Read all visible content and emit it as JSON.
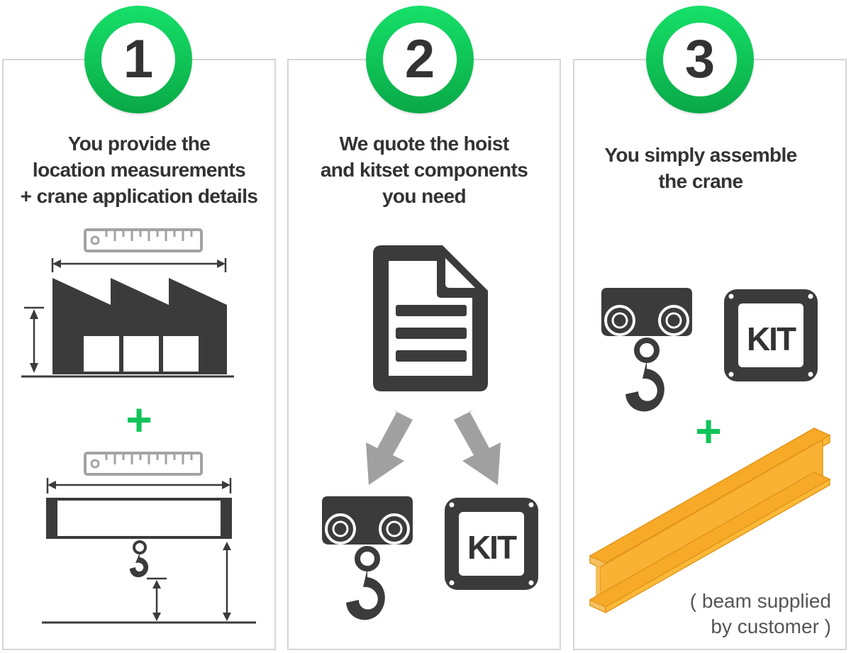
{
  "steps": [
    {
      "number": "1",
      "title_lines": [
        "You provide the",
        "location measurements",
        "+ crane application details"
      ]
    },
    {
      "number": "2",
      "title_lines": [
        "We quote the hoist",
        "and kitset components",
        "you need"
      ]
    },
    {
      "number": "3",
      "title_lines": [
        "You simply assemble",
        "the crane"
      ]
    }
  ],
  "plus_sign": "+",
  "kit_label": "KIT",
  "beam_note_lines": [
    "( beam supplied",
    "by customer )"
  ],
  "colors": {
    "accent_green": "#11c45a",
    "icon_dark": "#3b3b3b",
    "arrow_grey": "#a0a0a0",
    "beam_yellow": "#f9b233",
    "panel_border": "#d6d6d6"
  },
  "icons": [
    "ruler-icon",
    "factory-icon",
    "crane-beam-icon",
    "hook-icon",
    "document-icon",
    "arrow-down-icon",
    "trolley-hoist-icon",
    "kit-box-icon",
    "i-beam-icon"
  ]
}
